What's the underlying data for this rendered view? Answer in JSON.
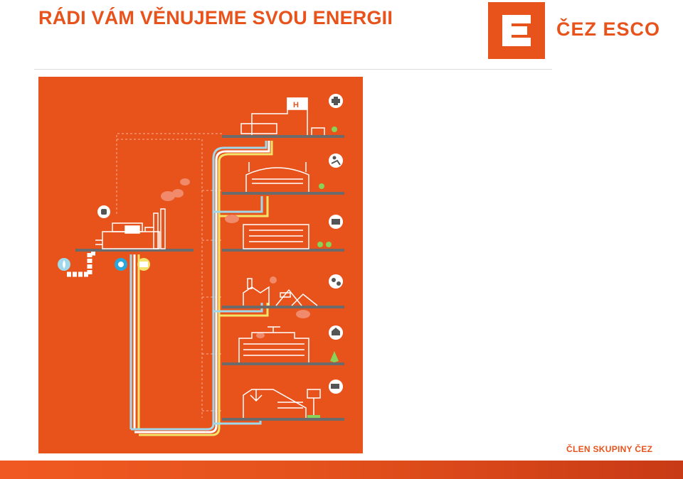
{
  "slide": {
    "title": "RÁDI VÁM VĚNUJEME SVOU ENERGII",
    "brand": "ČEZ ESCO",
    "member_text": "ČLEN SKUPINY ČEZ",
    "logo_letter": "E"
  },
  "colors": {
    "brand_orange": "#e8521b",
    "illustration_bg": "#e8521b"
  },
  "illustration": {
    "icons": [
      "hospital-cross-icon",
      "sports-icon",
      "education-book-icon",
      "industry-gears-icon",
      "housing-icon",
      "logistics-truck-icon",
      "fire-gas-icon",
      "sun-icon",
      "battery-icon",
      "lock-icon"
    ]
  }
}
